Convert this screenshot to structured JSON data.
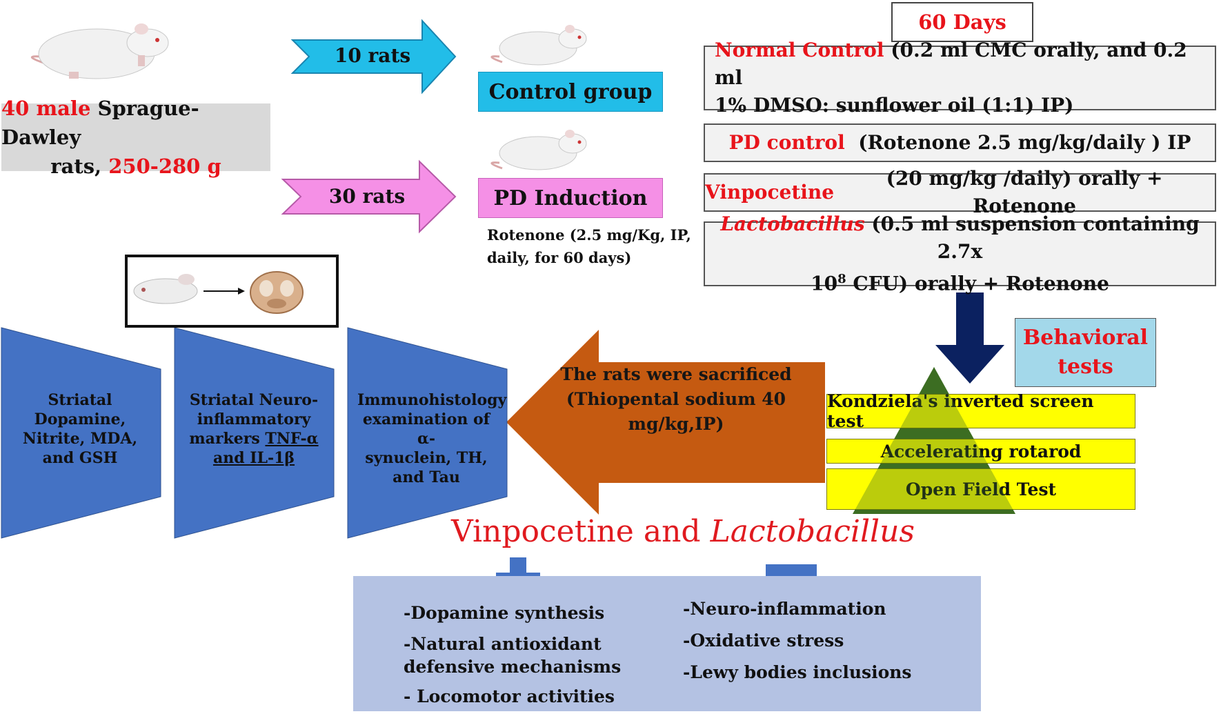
{
  "source": {
    "line1_highlight": "40 male",
    "line1_rest": " Sprague-Dawley",
    "line2_start": "rats, ",
    "line2_highlight": "250-280 g"
  },
  "arrows": {
    "to_control": "10 rats",
    "to_pd": "30 rats"
  },
  "groups": {
    "control": "Control group",
    "pd_induction": "PD Induction",
    "pd_note_line1": "Rotenone (2.5 mg/Kg, IP,",
    "pd_note_line2": "daily, for 60 days)"
  },
  "duration": "60 Days",
  "treatments": {
    "normal_control_name": "Normal Control",
    "normal_control_detail1": " (0.2 ml CMC orally, and 0.2 ml",
    "normal_control_detail2": "1% DMSO: sunflower oil (1:1) IP)",
    "pd_control_name": "PD control",
    "pd_control_detail": "  (Rotenone 2.5 mg/kg/daily ) IP",
    "vinpocetine_name": "Vinpocetine",
    "vinpocetine_detail": " (20 mg/kg /daily) orally + Rotenone",
    "lacto_name": "Lactobacillus",
    "lacto_detail1": " (0.5 ml suspension containing 2.7x",
    "lacto_detail2_base": "10",
    "lacto_detail2_exp": "8",
    "lacto_detail2_rest": " CFU) orally + Rotenone"
  },
  "behavioral": {
    "title_line1": "Behavioral",
    "title_line2": "tests",
    "tests": [
      "Kondziela's inverted screen test",
      "Accelerating rotarod",
      "Open Field Test"
    ]
  },
  "sacrifice": {
    "line1": "The rats were sacrificed",
    "line2": "(Thiopental sodium 40",
    "line3": "mg/kg,IP)"
  },
  "analyses": {
    "a1": [
      "Striatal",
      "Dopamine,",
      "Nitrite, MDA,",
      "and  GSH"
    ],
    "a2_line1": "Striatal Neuro-",
    "a2_line2": "inflammatory",
    "a2_line3_start": "markers ",
    "a2_line3_ul": "TNF-α",
    "a2_line4_ul": "and IL-1β",
    "a3": [
      "Immunohistology",
      "examination of α-",
      "synuclein, TH,",
      "and Tau"
    ]
  },
  "conclusion": {
    "title_start": "Vinpocetine and ",
    "title_italic": "Lactobacillus",
    "increase": [
      "-Dopamine synthesis",
      "-Natural antioxidant",
      "defensive mechanisms",
      "- Locomotor activities"
    ],
    "decrease": [
      "-Neuro-inflammation",
      "-Oxidative stress",
      "-Lewy bodies inclusions"
    ]
  },
  "colors": {
    "red_text": "#e8141b",
    "cyan": "#22bde8",
    "pink": "#f590e6",
    "blue_trap": "#4472c4",
    "orange_arrow": "#c55a11",
    "navy_arrow": "#0b2160",
    "yellow": "#ffff00",
    "lavender": "#b4c2e3",
    "light_blue": "#a3d8ea",
    "pyramid_green": "#3c6e22"
  },
  "icons": [
    "rat-icon",
    "brain-slice-icon",
    "plus-icon",
    "minus-icon"
  ]
}
